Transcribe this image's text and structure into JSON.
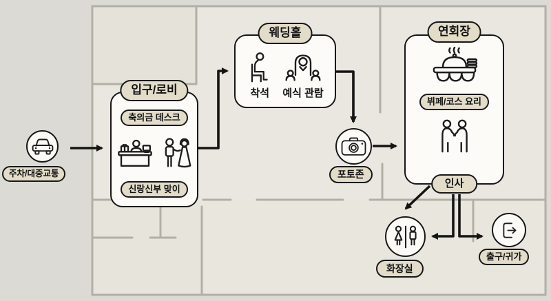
{
  "colors": {
    "background": "#dcdad4",
    "floor": "#eae7e0",
    "room_tint": "#e5e2d9",
    "wall": "#b2afa6",
    "card_fill": "#fcfbf8",
    "pill_fill": "#e2dcc9",
    "ink": "#171717"
  },
  "nodes": {
    "parking": {
      "label": "주차/대중교통",
      "icon": "car-icon"
    },
    "lobby": {
      "title": "입구/로비",
      "gift_desk": "축의금 데스크",
      "greeting": "신랑신부 맞이"
    },
    "wedding_hall": {
      "title": "웨딩홀",
      "seating": "착석",
      "ceremony_viewing": "예식 관람"
    },
    "photo_zone": {
      "label": "포토존",
      "icon": "camera-icon"
    },
    "banquet": {
      "title": "연회장",
      "menu": "뷔페/코스 요리",
      "greeting": "인사"
    },
    "restroom": {
      "label": "화장실",
      "icon": "restroom-icon"
    },
    "exit": {
      "label": "출구/귀가",
      "icon": "exit-door-icon"
    }
  },
  "flow_edges": [
    {
      "from": "주차/대중교통",
      "to": "입구/로비"
    },
    {
      "from": "입구/로비",
      "to": "웨딩홀"
    },
    {
      "from": "웨딩홀",
      "to": "포토존"
    },
    {
      "from": "포토존",
      "to": "연회장"
    },
    {
      "from": "인사",
      "to": "화장실"
    },
    {
      "from": "인사",
      "to": "출구/귀가"
    }
  ]
}
